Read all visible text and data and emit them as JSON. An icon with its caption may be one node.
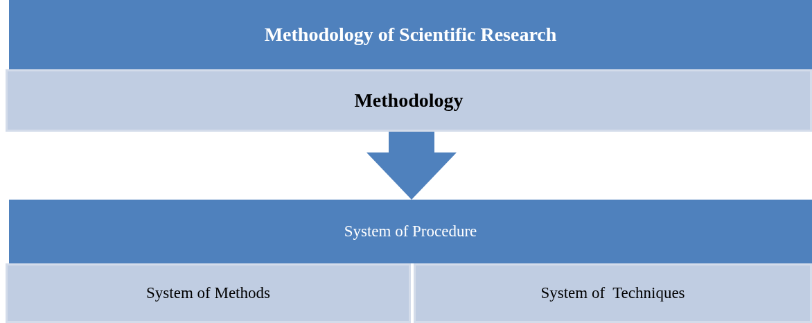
{
  "diagram": {
    "nodes": [
      {
        "text": [
          "Methodology of Scientific Research"
        ]
      },
      {
        "text": [
          "Methodology"
        ]
      },
      {
        "text": [
          "System of Procedure"
        ]
      },
      {
        "text": [
          "System of Methods"
        ]
      },
      {
        "text": [
          "System of  Techniques"
        ]
      }
    ],
    "edges": [
      {
        "from": 1,
        "to": 2,
        "arrow": "to"
      }
    ]
  }
}
